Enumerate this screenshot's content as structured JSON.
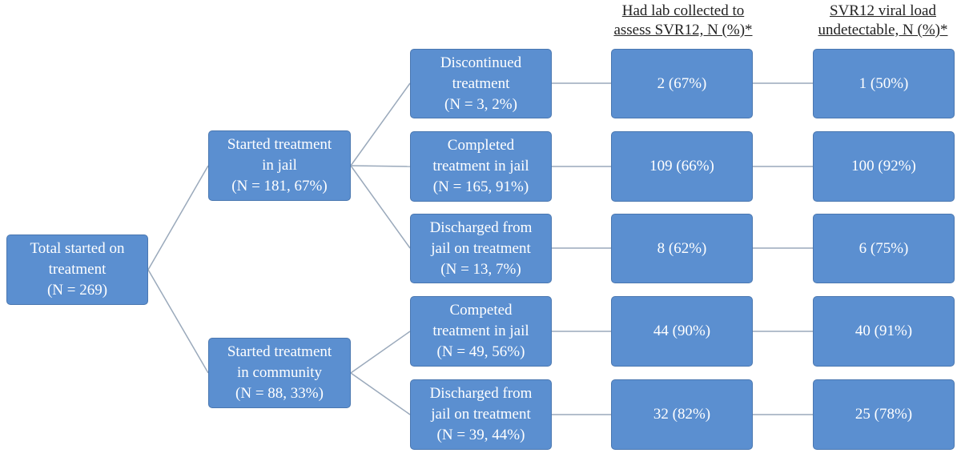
{
  "headers": {
    "lab": [
      "Had lab collected to",
      "assess SVR12, N (%)*"
    ],
    "svr": [
      "SVR12 viral load",
      "undetectable, N (%)*"
    ]
  },
  "nodes": {
    "total": [
      "Total started on",
      "treatment",
      "(N = 269)"
    ],
    "jail": [
      "Started treatment",
      "in jail",
      "(N = 181, 67%)"
    ],
    "community": [
      "Started treatment",
      "in community",
      "(N = 88, 33%)"
    ],
    "discontinued": [
      "Discontinued",
      "treatment",
      "(N = 3, 2%)"
    ],
    "completed_jail": [
      "Completed",
      "treatment in jail",
      "(N = 165, 91%)"
    ],
    "discharged_jail": [
      "Discharged from",
      "jail on treatment",
      "(N = 13, 7%)"
    ],
    "competed_comm": [
      "Competed",
      "treatment in jail",
      "(N = 49, 56%)"
    ],
    "discharged_comm": [
      "Discharged from",
      "jail on treatment",
      "(N = 39, 44%)"
    ]
  },
  "results": {
    "discontinued": {
      "lab": "2 (67%)",
      "svr": "1 (50%)"
    },
    "completed_jail": {
      "lab": "109 (66%)",
      "svr": "100 (92%)"
    },
    "discharged_jail": {
      "lab": "8 (62%)",
      "svr": "6 (75%)"
    },
    "competed_comm": {
      "lab": "44 (90%)",
      "svr": "40 (91%)"
    },
    "discharged_comm": {
      "lab": "32 (82%)",
      "svr": "25 (78%)"
    }
  },
  "colors": {
    "box_fill": "#5b8fd0",
    "box_border": "#4a77b0",
    "connector": "#9aa9bb"
  }
}
